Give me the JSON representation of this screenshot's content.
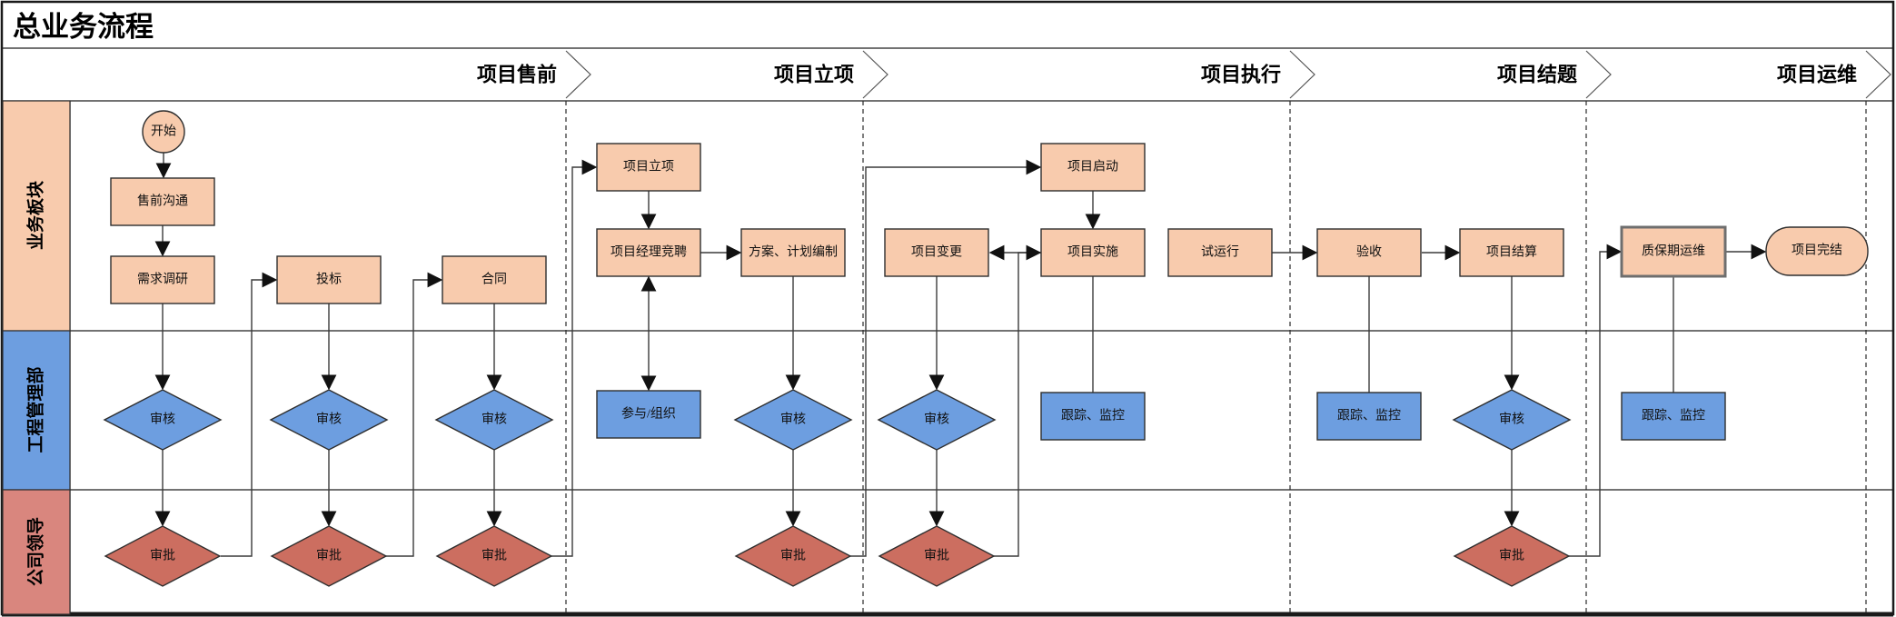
{
  "title": "总业务流程",
  "colors": {
    "process": "#F8CBAD",
    "review": "#6D9EE0",
    "approve": "#CC6E60",
    "connector": "#3a3a3a"
  },
  "phases": [
    {
      "label": "项目售前"
    },
    {
      "label": "项目立项"
    },
    {
      "label": "项目执行"
    },
    {
      "label": "项目结题"
    },
    {
      "label": "项目运维"
    }
  ],
  "lanes": [
    {
      "label": "业务板块",
      "color": "#F8CBAD"
    },
    {
      "label": "工程管理部",
      "color": "#6D9EE0"
    },
    {
      "label": "公司领导",
      "color": "#D9867E"
    }
  ],
  "nodes": {
    "start": "开始",
    "presale_comm": "售前沟通",
    "demand_research": "需求调研",
    "bidding": "投标",
    "contract": "合同",
    "review": "审核",
    "approve": "审批",
    "project_initiation": "项目立项",
    "pm_competition": "项目经理竞聘",
    "plan_prepare": "方案、计划编制",
    "participate": "参与/组织",
    "project_change": "项目变更",
    "project_kickoff": "项目启动",
    "project_implement": "项目实施",
    "trial_run": "试运行",
    "track_monitor": "跟踪、监控",
    "acceptance": "验收",
    "settlement": "项目结算",
    "warranty_ops": "质保期运维",
    "project_complete": "项目完结"
  }
}
